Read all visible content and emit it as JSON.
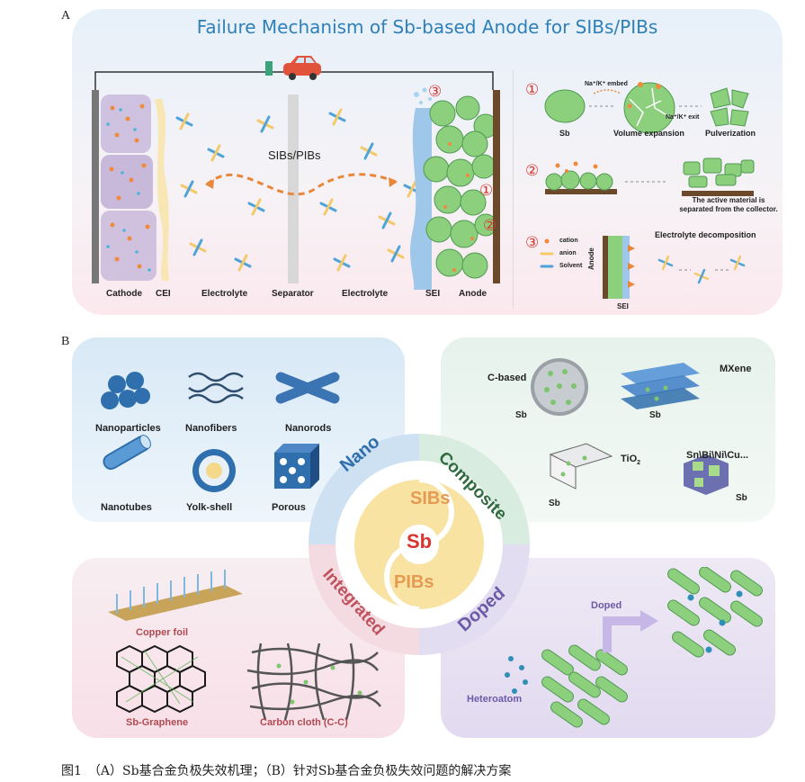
{
  "panel_a": {
    "letter": "A",
    "title": "Failure Mechanism of Sb-based Anode for SIBs/PIBs",
    "center_label": "SIBs/PIBs",
    "bottom_labels": {
      "cathode": "Cathode",
      "cei": "CEI",
      "electrolyte_left": "Electrolyte",
      "separator": "Separator",
      "electrolyte_right": "Electrolyte",
      "sei": "SEI",
      "anode": "Anode"
    },
    "markers": {
      "one": "①",
      "two": "②",
      "three": "③"
    },
    "mechanisms": {
      "m1": {
        "num": "①",
        "embed": "Na⁺/K⁺ embed",
        "exit": "Na⁺/K⁺ exit",
        "sb": "Sb",
        "volume": "Volume expansion",
        "pulverization": "Pulverization"
      },
      "m2": {
        "num": "②",
        "text": "The active material is separated from the collector."
      },
      "m3": {
        "num": "③",
        "legend_cation": "cation",
        "legend_anion": "anion",
        "legend_solvent": "Solvent",
        "decomp": "Electrolyte decomposition",
        "anode": "Anode",
        "sei": "SEI"
      }
    }
  },
  "panel_b": {
    "letter": "B",
    "nano": {
      "label": "Nano",
      "items": [
        "Nanoparticles",
        "Nanofibers",
        "Nanorods",
        "Nanotubes",
        "Yolk-shell",
        "Porous"
      ]
    },
    "composite": {
      "label": "Composite",
      "c_based": "C-based",
      "mxene": "MXene",
      "sb1": "Sb",
      "sb2": "Sb",
      "tio2": "TiO",
      "tio2_sub": "2",
      "sn": "Sn\\Bi\\Ni\\Cu...",
      "sb3": "Sb",
      "sb4": "Sb"
    },
    "integrated": {
      "label": "Integrated",
      "copper_foil": "Copper foil",
      "sb_graphene": "Sb-Graphene",
      "carbon_cloth": "Carbon cloth (C-C)"
    },
    "doped": {
      "label": "Doped",
      "arrow": "Doped",
      "heteroatom": "Heteroatom"
    },
    "center": {
      "top": "SIBs",
      "middle": "Sb",
      "bottom": "PIBs"
    }
  },
  "caption": "图1　（A）Sb基合金负极失效机理；（B）针对Sb基合金负极失效问题的解决方案",
  "colors": {
    "title_blue": "#2f7fb8",
    "red_marker": "#d9352f",
    "anode_green": "#8ccf7d",
    "cathode_purple": "#c7b7d9",
    "nano_blue": "#2f6fad",
    "composite_green": "#2f6b3e",
    "integrated_red": "#c0525d",
    "doped_purple": "#6c5aa8",
    "center_yellow": "#f8e3a3",
    "sb_red": "#d9352f",
    "sib_orange": "#e59a54"
  }
}
